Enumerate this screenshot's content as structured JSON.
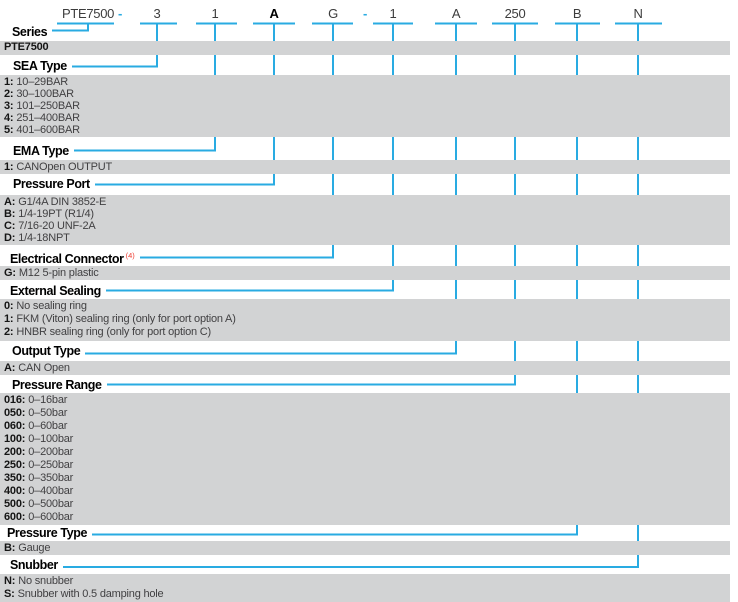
{
  "product_code": {
    "segments": [
      {
        "text": "PTE7500",
        "emphasis": "normal"
      },
      {
        "text": "-",
        "emphasis": "separator"
      },
      {
        "text": "3",
        "emphasis": "normal"
      },
      {
        "text": "1",
        "emphasis": "normal"
      },
      {
        "text": "A",
        "emphasis": "bold"
      },
      {
        "text": "G",
        "emphasis": "normal"
      },
      {
        "text": "-",
        "emphasis": "separator"
      },
      {
        "text": "1",
        "emphasis": "normal"
      },
      {
        "text": "A",
        "emphasis": "normal"
      },
      {
        "text": "250",
        "emphasis": "normal"
      },
      {
        "text": "B",
        "emphasis": "normal"
      },
      {
        "text": "N",
        "emphasis": "normal"
      }
    ]
  },
  "colors": {
    "accent": "#29abe2",
    "band": "#d2d3d4",
    "footnote": "#ef4136"
  },
  "sections": [
    {
      "title": "Series",
      "options": [
        {
          "code": "PTE7500",
          "label": ""
        }
      ]
    },
    {
      "title": "SEA Type",
      "options": [
        {
          "code": "1",
          "label": "10–29BAR"
        },
        {
          "code": "2",
          "label": "30–100BAR"
        },
        {
          "code": "3",
          "label": "101–250BAR"
        },
        {
          "code": "4",
          "label": "251–400BAR"
        },
        {
          "code": "5",
          "label": "401–600BAR"
        }
      ]
    },
    {
      "title": "EMA Type",
      "options": [
        {
          "code": "1",
          "label": "CANOpen OUTPUT"
        }
      ]
    },
    {
      "title": "Pressure Port",
      "options": [
        {
          "code": "A",
          "label": "G1/4A DIN 3852-E"
        },
        {
          "code": "B",
          "label": "1/4-19PT (R1/4)"
        },
        {
          "code": "C",
          "label": "7/16-20 UNF-2A"
        },
        {
          "code": "D",
          "label": "1/4-18NPT"
        }
      ]
    },
    {
      "title": "Electrical Connector",
      "superscript": "(4)",
      "options": [
        {
          "code": "G",
          "label": "M12 5-pin plastic"
        }
      ]
    },
    {
      "title": "External Sealing",
      "options": [
        {
          "code": "0",
          "label": "No sealing ring"
        },
        {
          "code": "1",
          "label": "FKM (Viton) sealing ring (only for port option A)"
        },
        {
          "code": "2",
          "label": "HNBR sealing ring (only for port option C)"
        }
      ]
    },
    {
      "title": "Output Type",
      "options": [
        {
          "code": "A",
          "label": "CAN Open"
        }
      ]
    },
    {
      "title": "Pressure Range",
      "options": [
        {
          "code": "016",
          "label": "0–16bar"
        },
        {
          "code": "050",
          "label": "0–50bar"
        },
        {
          "code": "060",
          "label": "0–60bar"
        },
        {
          "code": "100",
          "label": "0–100bar"
        },
        {
          "code": "200",
          "label": "0–200bar"
        },
        {
          "code": "250",
          "label": "0–250bar"
        },
        {
          "code": "350",
          "label": "0–350bar"
        },
        {
          "code": "400",
          "label": "0–400bar"
        },
        {
          "code": "500",
          "label": "0–500bar"
        },
        {
          "code": "600",
          "label": "0–600bar"
        }
      ]
    },
    {
      "title": "Pressure Type",
      "options": [
        {
          "code": "B",
          "label": "Gauge"
        }
      ]
    },
    {
      "title": "Snubber",
      "options": [
        {
          "code": "N",
          "label": "No snubber"
        },
        {
          "code": "S",
          "label": "Snubber with 0.5 damping hole"
        }
      ]
    }
  ]
}
